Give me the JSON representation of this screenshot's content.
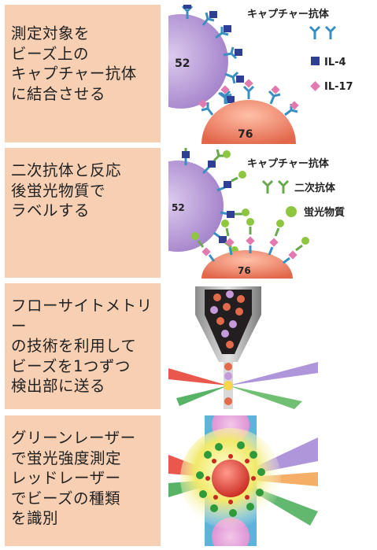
{
  "steps": [
    {
      "lines": [
        "測定対象を",
        "ビーズ上の",
        "キャプチャー抗体",
        "に結合させる"
      ]
    },
    {
      "lines": [
        "二次抗体と反応",
        "後蛍光物質で",
        "ラベルする"
      ]
    },
    {
      "lines": [
        "フローサイトメトリー",
        "の技術を利用して",
        "ビーズを1つずつ",
        "検出部に送る"
      ]
    },
    {
      "lines": [
        "グリーンレーザー",
        "で蛍光強度測定",
        "レッドレーザー",
        "でビーズの種類",
        "を識別"
      ]
    }
  ],
  "panel1": {
    "legend_title": "キャプチャー抗体",
    "legend_items": [
      {
        "label": "IL-4"
      },
      {
        "label": "IL-17"
      }
    ],
    "bead_a_label": "52",
    "bead_b_label": "76"
  },
  "panel2": {
    "legend_title": "キャプチャー抗体",
    "secondary_label": "二次抗体",
    "fluor_label": "蛍光物質",
    "bead_a_label": "52",
    "bead_b_label": "76"
  },
  "colors": {
    "box_bg": "#f7cfb3",
    "antibody": "#3a8fc2",
    "il4": "#2e3f94",
    "il17": "#e27ab0",
    "secondary": "#6aa84f",
    "fluor": "#8ec63f",
    "bead_purple": "#b89ad6",
    "bead_salmon": "#f08466"
  }
}
